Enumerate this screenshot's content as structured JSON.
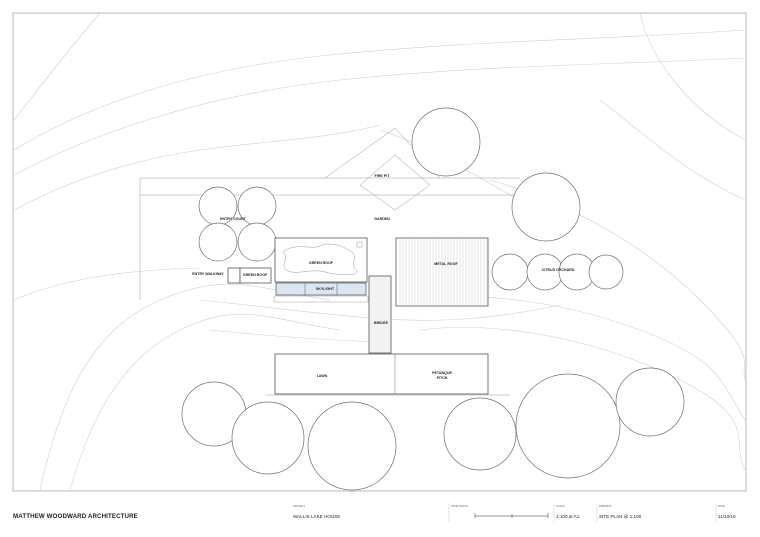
{
  "plan": {
    "labels": {
      "fire_pit": "FIRE PIT",
      "entry_court": "ENTRY COURT",
      "garden": "GARDEN",
      "green_roof_main": "GREEN ROOF",
      "metal_roof": "METAL ROOF",
      "citrus_orchard": "CITRUS ORCHARD",
      "entry_walkway": "ENTRY WALKWAY",
      "green_roof_small": "GREEN ROOF",
      "skylight": "SKYLIGHT",
      "bridge": "BRIDGE",
      "lawn": "LAWN",
      "petanque_line1": "PETANQUE",
      "petanque_line2": "PITCH"
    },
    "colors": {
      "skylight_fill": "#dbe6f3",
      "line": "#555555",
      "contour": "#cfcfcf"
    }
  },
  "title_block": {
    "firm": "MATTHEW WOODWARD ARCHITECTURE",
    "project_label": "PROJECT",
    "project": "WALLIS LAKE HOUSE",
    "north_label": "TRUE NORTH",
    "scale_label": "SCALE",
    "scale": "1:100 at A1",
    "drawing_label": "DRAWING",
    "drawing": "SITE PLAN @ 1:100",
    "date_label": "DATE",
    "date": "11/10/19"
  }
}
